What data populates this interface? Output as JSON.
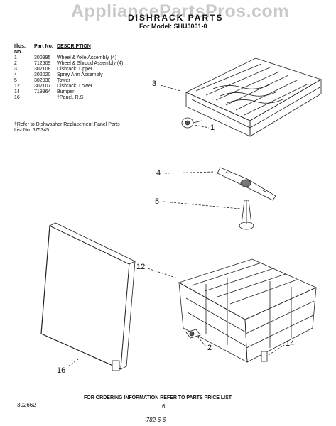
{
  "watermark": "AppliancePartsPros.com",
  "title": "DISHRACK PARTS",
  "subtitle": "For Model: SHU3001-0",
  "table": {
    "headers": [
      "Illus. No.",
      "Part No.",
      "DESCRIPTION"
    ],
    "rows": [
      [
        "1",
        "300995",
        "Wheel & Axle Assembly (4)"
      ],
      [
        "2",
        "712509",
        "Wheel & Shroud Assembly (4)"
      ],
      [
        "3",
        "302108",
        "Dishrack, Upper"
      ],
      [
        "4",
        "302020",
        "Spray Arm Assembly"
      ],
      [
        "5",
        "302030",
        "Tower"
      ],
      [
        "12",
        "302107",
        "Dishrack, Lower"
      ],
      [
        "14",
        "719964",
        "Bumper"
      ],
      [
        "16",
        "",
        "†Panel, R.S"
      ]
    ]
  },
  "footnote": "†Refer to Dishwasher Replacement Panel Parts List No. 675345",
  "callouts": {
    "c3": "3",
    "c1": "1",
    "c4": "4",
    "c5": "5",
    "c12": "12",
    "c2": "2",
    "c14": "14",
    "c16": "16"
  },
  "footer_note": "FOR ORDERING INFORMATION REFER TO PARTS PRICE LIST",
  "doc_number": "302662",
  "page_number": "6",
  "handwritten": "-782-6-6"
}
